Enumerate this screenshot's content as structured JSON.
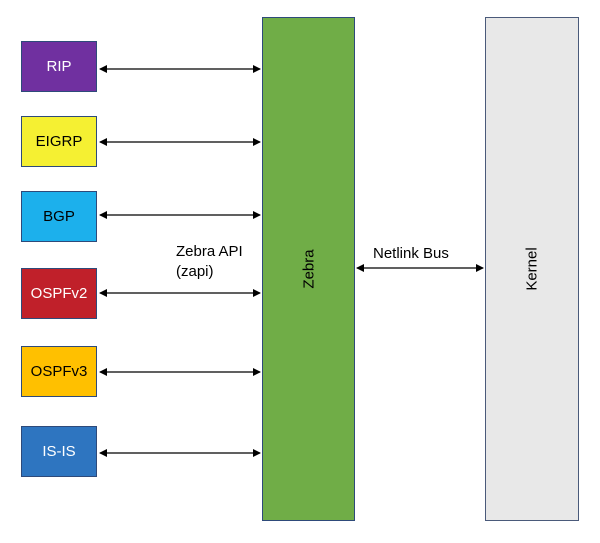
{
  "protocols": [
    {
      "label": "RIP",
      "fill": "#7030a0",
      "text_color": "#ffffff"
    },
    {
      "label": "EIGRP",
      "fill": "#f5f032",
      "text_color": "#000000"
    },
    {
      "label": "BGP",
      "fill": "#1cb0ec",
      "text_color": "#000000"
    },
    {
      "label": "OSPFv2",
      "fill": "#c0202a",
      "text_color": "#ffffff"
    },
    {
      "label": "OSPFv3",
      "fill": "#ffc000",
      "text_color": "#000000"
    },
    {
      "label": "IS-IS",
      "fill": "#2e75c0",
      "text_color": "#ffffff"
    }
  ],
  "zebra": {
    "label": "Zebra",
    "fill": "#70ad47"
  },
  "kernel": {
    "label": "Kernel",
    "fill": "#e8e8e8"
  },
  "zapi_caption": {
    "line1": "Zebra API",
    "line2": "(zapi)"
  },
  "netlink_caption": "Netlink Bus"
}
